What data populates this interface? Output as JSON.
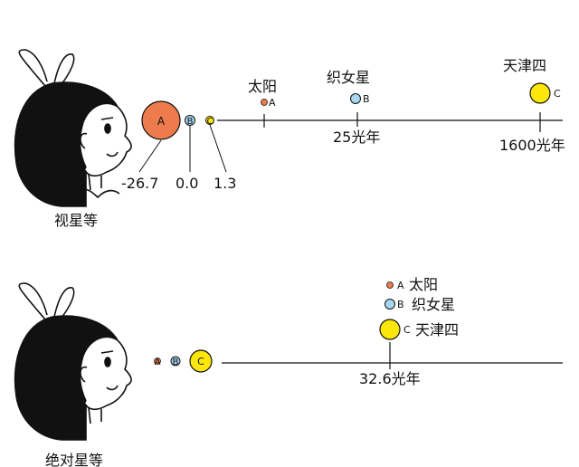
{
  "colors": {
    "sun": "#ee7b4c",
    "vega": "#a8d6f2",
    "deneb": "#fde60a",
    "ink": "#111111",
    "background": "#ffffff"
  },
  "apparent_panel": {
    "caption": "视星等",
    "marker_sun": "A",
    "marker_vega": "B",
    "marker_deneb": "C",
    "magnitudes": [
      "-26.7",
      "0.0",
      "1.3"
    ],
    "sun_label": "太阳",
    "sun_letter": "A",
    "vega_label": "织女星",
    "vega_letter": "B",
    "vega_distance": "25光年",
    "deneb_label": "天津四",
    "deneb_letter": "C",
    "deneb_distance": "1600光年"
  },
  "absolute_panel": {
    "caption": "绝对星等",
    "marker_sun": "A",
    "marker_vega": "B",
    "marker_deneb": "C",
    "sun_label": "太阳",
    "sun_letter": "A",
    "vega_label": "织女星",
    "vega_letter": "B",
    "deneb_label": "天津四",
    "deneb_letter": "C",
    "distance": "32.6光年"
  }
}
